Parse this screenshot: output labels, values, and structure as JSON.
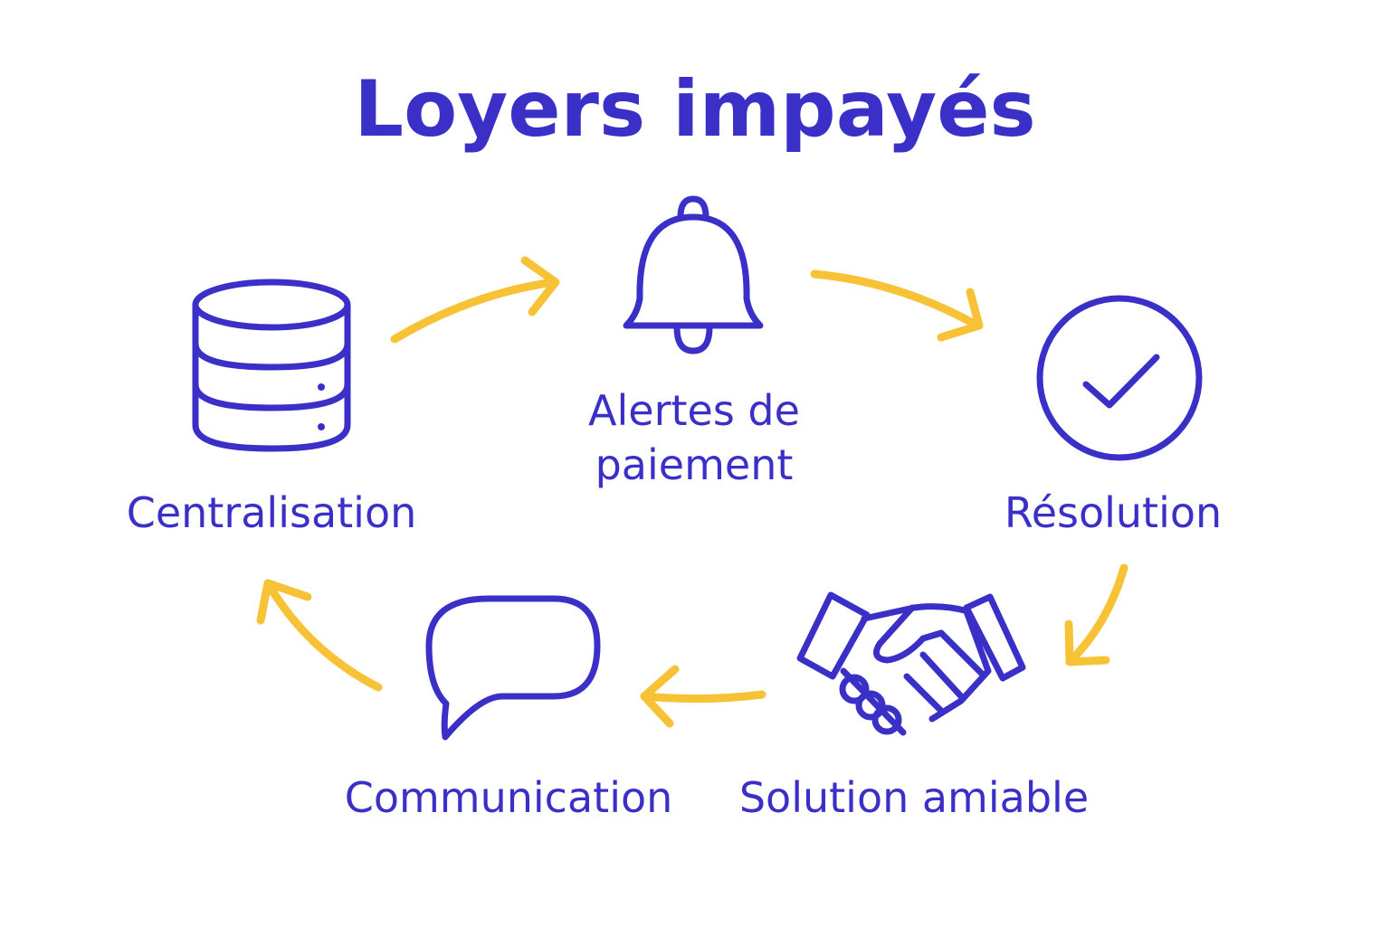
{
  "title": "Loyers impayés",
  "colors": {
    "primary": "#3a30c8",
    "accent": "#f7c235",
    "background": "#ffffff"
  },
  "steps": [
    {
      "label": "Centralisation",
      "icon": "database-icon"
    },
    {
      "label_line1": "Alertes de",
      "label_line2": "paiement",
      "icon": "bell-icon"
    },
    {
      "label": "Résolution",
      "icon": "check-circle-icon"
    },
    {
      "label": "Solution amiable",
      "icon": "handshake-icon"
    },
    {
      "label": "Communication",
      "icon": "speech-bubble-icon"
    }
  ]
}
